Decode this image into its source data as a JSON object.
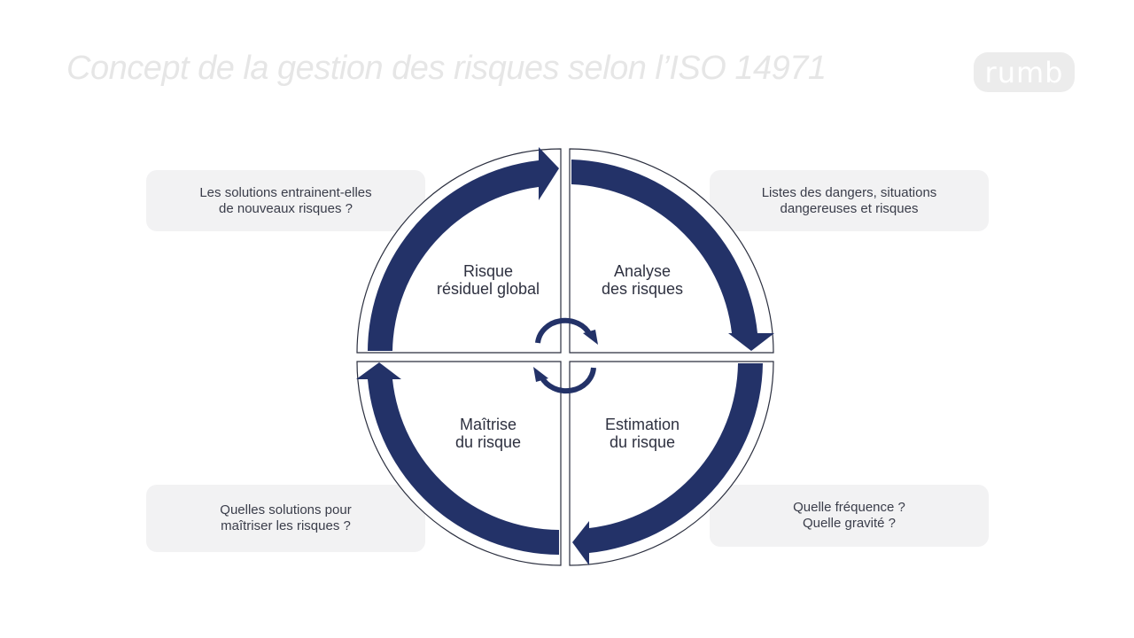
{
  "title": "Concept de la gestion des risques selon l’ISO 14971",
  "logo": "rumb",
  "colors": {
    "arrow": "#233268",
    "outline": "#2b2f3f",
    "note_bg": "#f2f2f3",
    "title": "#e6e6e6"
  },
  "quadrants": {
    "top_left": "Risque\nrésiduel global",
    "top_right": "Analyse\ndes risques",
    "bottom_right": "Estimation\ndu risque",
    "bottom_left": "Maîtrise\ndu risque"
  },
  "notes": {
    "top_left": "Les solutions entrainent-elles\nde nouveaux risques ?",
    "top_right": "Listes des dangers, situations\ndangereuses et risques",
    "bottom_left": "Quelles solutions pour\nmaîtriser les risques ?",
    "bottom_right": "Quelle fréquence ?\nQuelle gravité ?"
  }
}
